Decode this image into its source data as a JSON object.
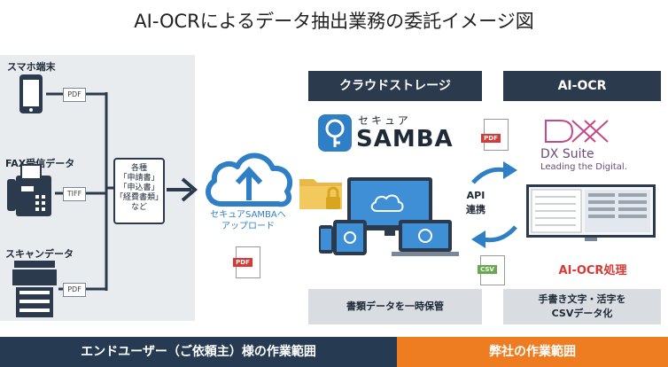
{
  "title": "AI-OCRによるデータ抽出業務の委託イメージ図",
  "sources": {
    "smartphone": "スマホ端末",
    "fax": "FAX受信データ",
    "scan": "スキャンデータ"
  },
  "tags": {
    "pdf": "PDF",
    "tiff": "TIFF",
    "csv": "CSV"
  },
  "documents": [
    "各種",
    "「申請書」",
    "「申込書」",
    "「経費書類」",
    "など"
  ],
  "upload_text": [
    "セキュアSAMBAへ",
    "アップロード"
  ],
  "headers": {
    "storage": "クラウドストレージ",
    "aiocr": "AI-OCR"
  },
  "samba": {
    "kana": "セキュア",
    "name": "SAMBA"
  },
  "dx": {
    "name": "DX Suite",
    "tagline": "Leading the Digital."
  },
  "api": [
    "API",
    "連携"
  ],
  "aiocr_process": "AI-OCR処理",
  "storage_caption": "書類データを一時保管",
  "aiocr_caption": [
    "手書き文字・活字を",
    "CSVデータ化"
  ],
  "footer": {
    "left": "エンドユーザー（ご依頼主）様の作業範囲",
    "right": "弊社の作業範囲"
  },
  "colors": {
    "navy": "#263a52",
    "orange": "#ee7d22",
    "blue": "#2f7fc6",
    "red": "#d73a34"
  }
}
